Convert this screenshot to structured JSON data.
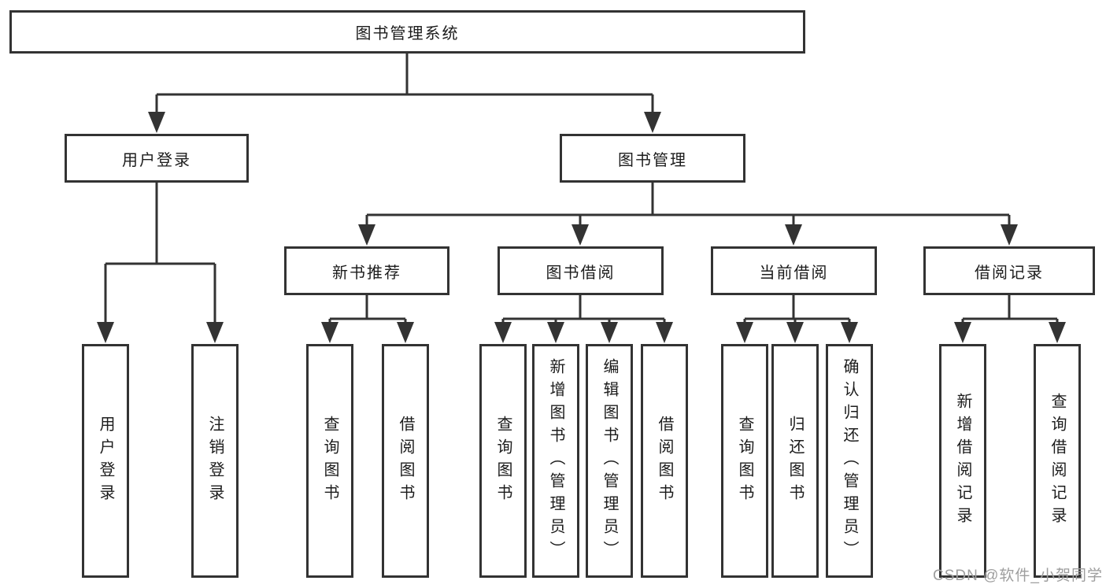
{
  "tree": {
    "label": "图书管理系统",
    "children": [
      {
        "label": "用户登录",
        "children": [
          {
            "label": "用户登录"
          },
          {
            "label": "注销登录"
          }
        ]
      },
      {
        "label": "图书管理",
        "children": [
          {
            "label": "新书推荐",
            "children": [
              {
                "label": "查询图书"
              },
              {
                "label": "借阅图书"
              }
            ]
          },
          {
            "label": "图书借阅",
            "children": [
              {
                "label": "查询图书"
              },
              {
                "label": "新增图书（管理员）"
              },
              {
                "label": "编辑图书（管理员）"
              },
              {
                "label": "借阅图书"
              }
            ]
          },
          {
            "label": "当前借阅",
            "children": [
              {
                "label": "查询图书"
              },
              {
                "label": "归还图书"
              },
              {
                "label": "确认归还（管理员）"
              }
            ]
          },
          {
            "label": "借阅记录",
            "children": [
              {
                "label": "新增借阅记录"
              },
              {
                "label": "查询借阅记录"
              }
            ]
          }
        ]
      }
    ]
  },
  "watermark": {
    "text": "CSDN @软件_小贺同学"
  },
  "colors": {
    "line": "#333333",
    "border": "#333333",
    "text": "#1c1c1c",
    "background": "#ffffff",
    "watermark": "#9e9e9e"
  }
}
